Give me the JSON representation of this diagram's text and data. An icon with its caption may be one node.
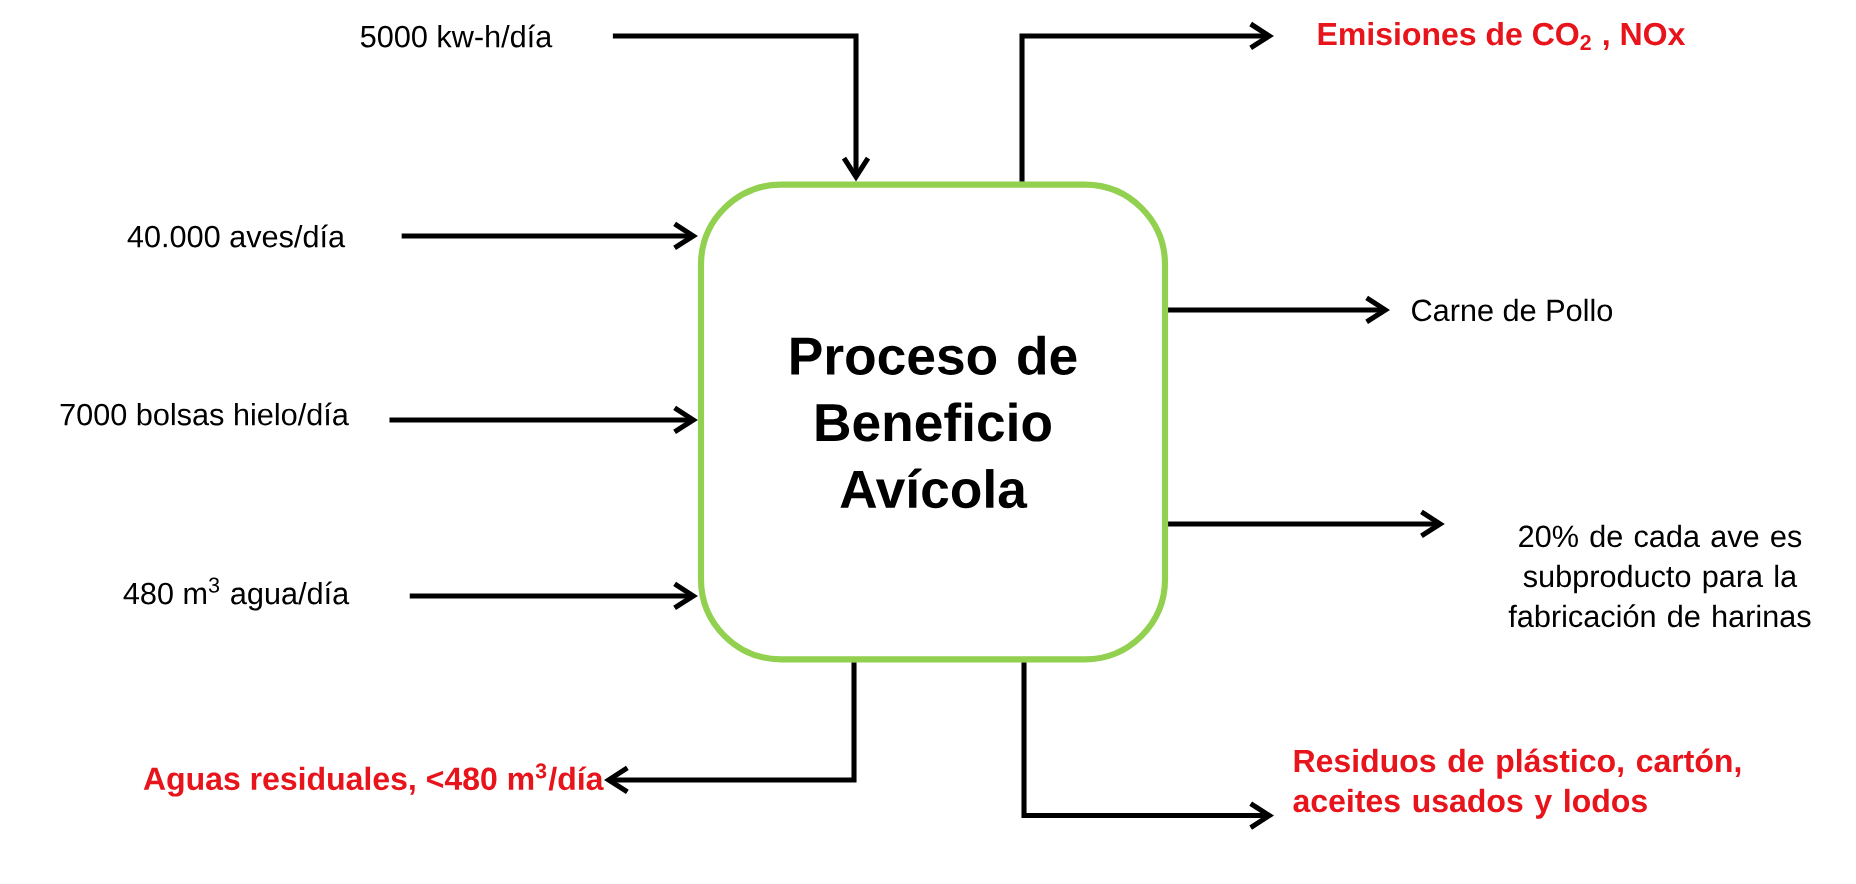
{
  "diagram": {
    "nodes": [
      {
        "text": [
          "Proceso de Beneficio Avícola"
        ]
      },
      {
        "text": [
          "5000 kw-h/día"
        ]
      },
      {
        "text": [
          "40.000 aves/día"
        ]
      },
      {
        "text": [
          "7000 bolsas hielo/día"
        ]
      },
      {
        "text": [
          "480 m$^{3}$ agua/día"
        ]
      },
      {
        "text": [
          "Emisiones de CO$_{2}$ , NOx"
        ]
      },
      {
        "text": [
          "Carne de Pollo"
        ]
      },
      {
        "text": [
          "20% de cada ave es subproducto para la fabricación de harinas"
        ]
      },
      {
        "text": [
          "Aguas residuales, <480 m$^{3}$/día"
        ]
      },
      {
        "text": [
          "Residuos de plástico, cartón, aceites usados y lodos"
        ]
      }
    ],
    "edges": [
      {
        "from": 1,
        "to": 0,
        "arrow": "to"
      },
      {
        "from": 2,
        "to": 0,
        "arrow": "to"
      },
      {
        "from": 3,
        "to": 0,
        "arrow": "to"
      },
      {
        "from": 4,
        "to": 0,
        "arrow": "to"
      },
      {
        "from": 0,
        "to": 5,
        "arrow": "to"
      },
      {
        "from": 0,
        "to": 6,
        "arrow": "to"
      },
      {
        "from": 0,
        "to": 7,
        "arrow": "to"
      },
      {
        "from": 0,
        "to": 8,
        "arrow": "to"
      },
      {
        "from": 0,
        "to": 9,
        "arrow": "to"
      }
    ]
  }
}
